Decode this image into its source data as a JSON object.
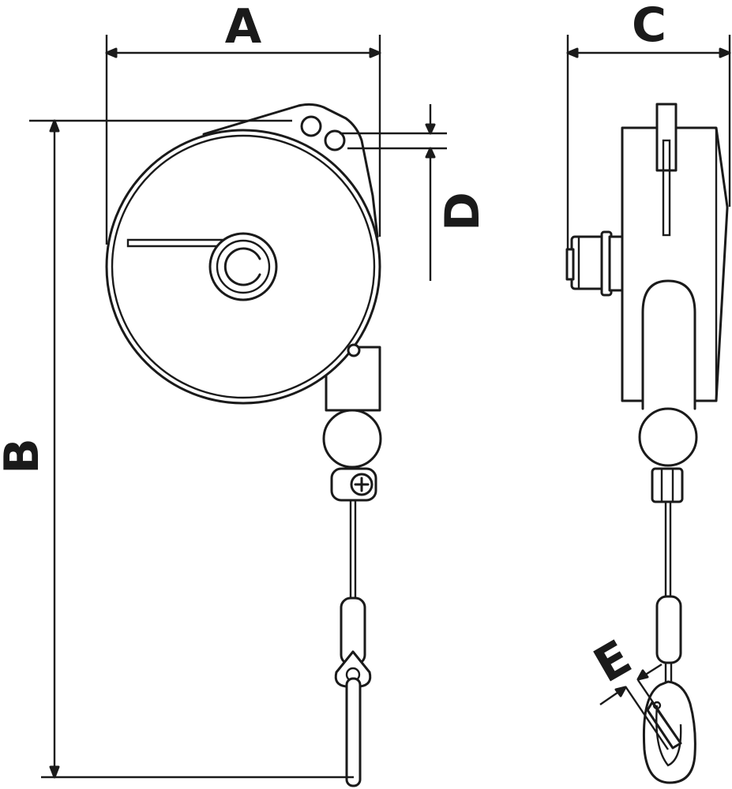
{
  "labels": {
    "a": "A",
    "b": "B",
    "c": "C",
    "d": "D",
    "e": "E"
  },
  "colors": {
    "line": "#1a1a1a",
    "background": "#ffffff"
  }
}
